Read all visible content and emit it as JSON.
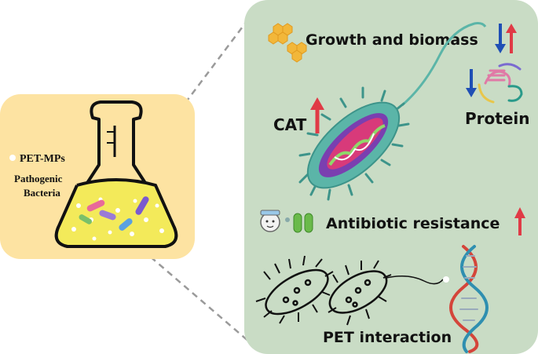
{
  "left_panel": {
    "legend_item": "PET-MPs",
    "caption_line1": "Pathogenic",
    "caption_line2": "Bacteria"
  },
  "right_panel": {
    "growth_label": "Growth and biomass",
    "cat_label": "CAT",
    "protein_label": "Protein",
    "antibiotic_label": "Antibiotic resistance",
    "pet_label": "PET interaction"
  },
  "colors": {
    "left_panel_bg": "#fde3a2",
    "right_panel_bg": "#c9dcc5",
    "arrow_up": "#e03a46",
    "arrow_down": "#1f4fb5",
    "liquid": "#f3ea5a",
    "bacterium_body": "#5bb5a8"
  }
}
